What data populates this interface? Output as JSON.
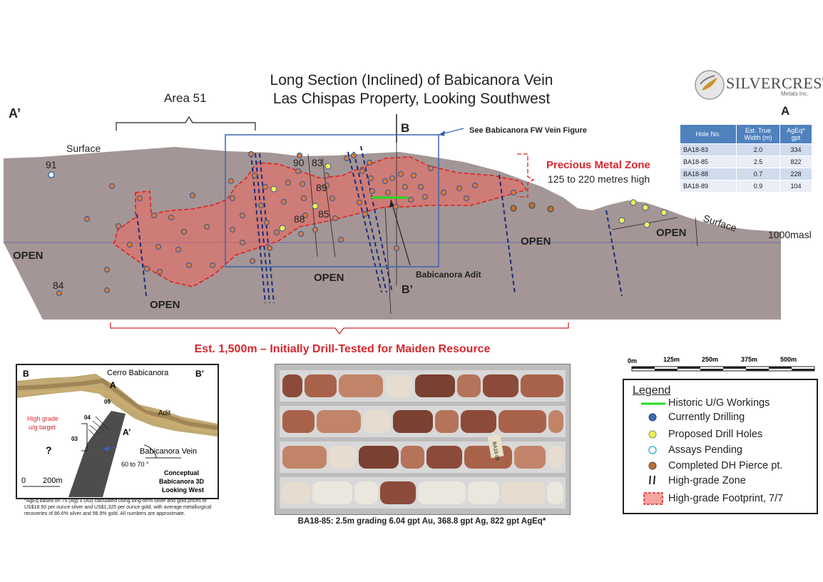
{
  "title": {
    "line1": "Long Section (Inclined) of Babicanora Vein",
    "line2": "Las Chispas Property, Looking Southwest"
  },
  "logo": {
    "name": "SILVERCREST",
    "sub": "Metals Inc.",
    "icon": "silvercrest-logo-icon"
  },
  "section": {
    "label_a_prime": "A’",
    "area51": "Area 51",
    "surface_left": "Surface",
    "surface_right": "Surface",
    "b_label": "B",
    "b_prime_label": "B’",
    "fw_note": "See Babicanora FW Vein Figure",
    "pmz_title": "Precious Metal Zone",
    "pmz_sub": "125 to 220 metres high",
    "masl": "1000masl",
    "open_labels": [
      "OPEN",
      "OPEN",
      "OPEN",
      "OPEN",
      "OPEN"
    ],
    "hole_labels": [
      "91",
      "84",
      "90",
      "83",
      "89",
      "88",
      "85"
    ],
    "adit_label": "Babicanora Adit"
  },
  "table": {
    "label": "A",
    "headers": [
      "Hole No.",
      "Est. True Width (m)",
      "AgEq* gpt"
    ],
    "rows": [
      [
        "BA18-83",
        "2.0",
        "334"
      ],
      [
        "BA18-85",
        "2.5",
        "822"
      ],
      [
        "BA18-88",
        "0.7",
        "228"
      ],
      [
        "BA18-89",
        "0.9",
        "104"
      ]
    ]
  },
  "footer_red": "Est. 1,500m – Initially Drill-Tested for Maiden Resource",
  "inset": {
    "b": "B",
    "b_prime": "B’",
    "cerro": "Cerro Babicanora",
    "a": "A",
    "a_prime": "A’",
    "adit": "Adit",
    "high_grade": "High grade",
    "target": "u/g target",
    "h09": "09",
    "h04": "04",
    "h03": "03",
    "question": "?",
    "vein": "Babicanora Vein",
    "angle": "60 to 70 °",
    "scale0": "0",
    "scale200": "200m",
    "concept1": "Conceptual",
    "concept2": "Babicanora 3D",
    "concept3": "Looking West"
  },
  "footnote": "*AgEq based on 75 (Ag):1 (Au) calculated using long-term silver and gold prices of US$18.50 per ounce silver and US$1,325 per ounce gold, with average  metallurgical recoveries of 86.6% silver and 98.9% gold. All numbers are approximate.",
  "photo_caption": "BA18-85: 2.5m grading 6.04 gpt Au, 368.8 gpt Ag, 822 gpt AgEq*",
  "photo_tag": "BA18-85",
  "scale": {
    "ticks": [
      "0m",
      "125m",
      "250m",
      "375m",
      "500m"
    ]
  },
  "legend": {
    "title": "Legend",
    "items": [
      "Historic U/G Workings",
      "Currently Drilling",
      "Proposed Drill Holes",
      "Assays Pending",
      "Completed DH Pierce pt.",
      "High-grade Zone",
      "High-grade Footprint, 7/7"
    ]
  },
  "colors": {
    "terrain": "#9c8d8d",
    "footprint": "#f0675e",
    "pierce": "#e07a35",
    "proposed": "#ecf25a",
    "drilling": "#3d6db3",
    "workings": "#22dd22",
    "red_text": "#d7282f",
    "table_header": "#4f81bd",
    "level_line": "#6a6aa8"
  }
}
